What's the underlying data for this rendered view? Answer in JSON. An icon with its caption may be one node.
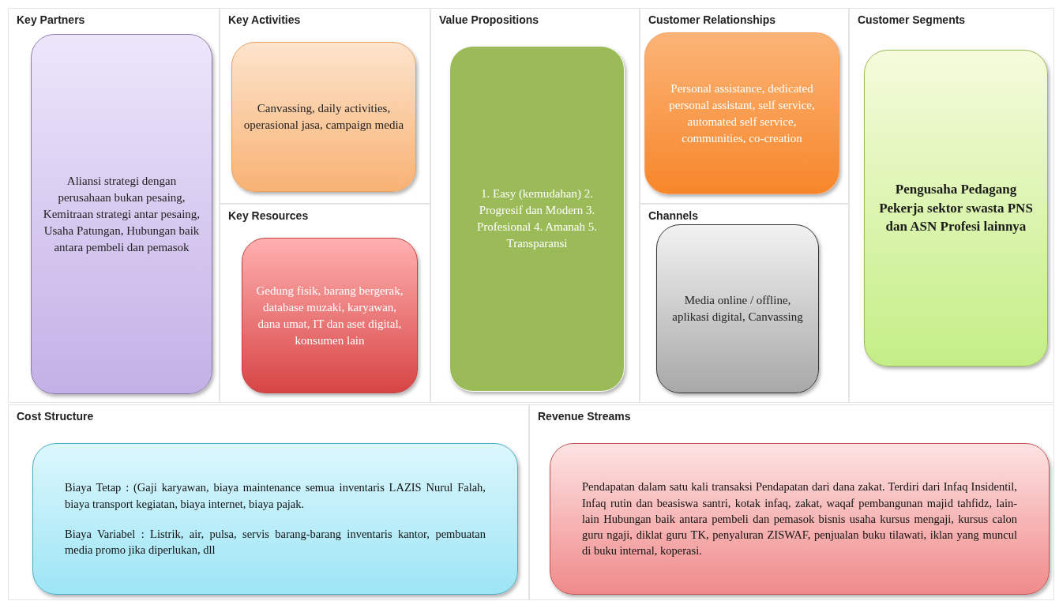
{
  "diagram": {
    "nodes": [
      {
        "text": [
          "Key Partners"
        ]
      },
      {
        "text": [
          "Aliansi strategi dengan perusahaan bukan pesaing, Kemitraan strategi antar pesaing, Usaha Patungan, Hubungan baik antara pembeli dan pemasok"
        ],
        "in": 0
      },
      {
        "text": [
          "Key Activities"
        ]
      },
      {
        "text": [
          "Canvassing, daily activities, operasional jasa, campaign media"
        ],
        "in": 2
      },
      {
        "text": [
          "Key Resources"
        ]
      },
      {
        "text": [
          "Gedung fisik, barang bergerak, database muzaki, karyawan, dana umat, IT dan aset digital, konsumen lain"
        ],
        "in": 4
      },
      {
        "text": [
          "Value Propositions"
        ]
      },
      {
        "text": [
          "1. Easy (kemudahan) 2. Progresif dan Modern 3. Profesional 4. Amanah 5. Transparansi"
        ],
        "in": 6
      },
      {
        "text": [
          "Customer Relationships"
        ]
      },
      {
        "text": [
          "Personal assistance, dedicated personal assistant, self service, automated self service, communities, co-creation"
        ],
        "in": 8
      },
      {
        "text": [
          "Channels"
        ]
      },
      {
        "text": [
          "Media online / offline, aplikasi digital, Canvassing"
        ],
        "in": 10
      },
      {
        "text": [
          "Customer Segments"
        ]
      },
      {
        "text": [
          "Pengusaha Pedagang Pekerja sektor swasta PNS dan ASN Profesi lainnya"
        ],
        "in": 12
      },
      {
        "text": [
          "Cost Structure"
        ]
      },
      {
        "text": [
          "Biaya Tetap : (Gaji karyawan, biaya maintenance semua inventaris LAZIS Nurul Falah, biaya transport kegiatan, biaya internet, biaya pajak.",
          "Biaya Variabel : Listrik, air, pulsa, servis barang-barang inventaris kantor, pembuatan media promo jika diperlukan, dll"
        ],
        "in": 14
      },
      {
        "text": [
          "Revenue Streams"
        ]
      },
      {
        "text": [
          "Pendapatan dalam satu kali transaksi Pendapatan dari dana zakat. Terdiri dari Infaq Insidentil, Infaq rutin dan beasiswa santri, kotak infaq, zakat, waqaf pembangunan majid tahfidz, lain-lain Hubungan baik antara pembeli dan pemasok bisnis usaha kursus mengaji, kursus calon guru ngaji, diklat guru TK, penyaluran ZISWAF, penjualan buku tilawati, iklan yang muncul di buku internal, koperasi."
        ],
        "in": 16
      }
    ]
  }
}
